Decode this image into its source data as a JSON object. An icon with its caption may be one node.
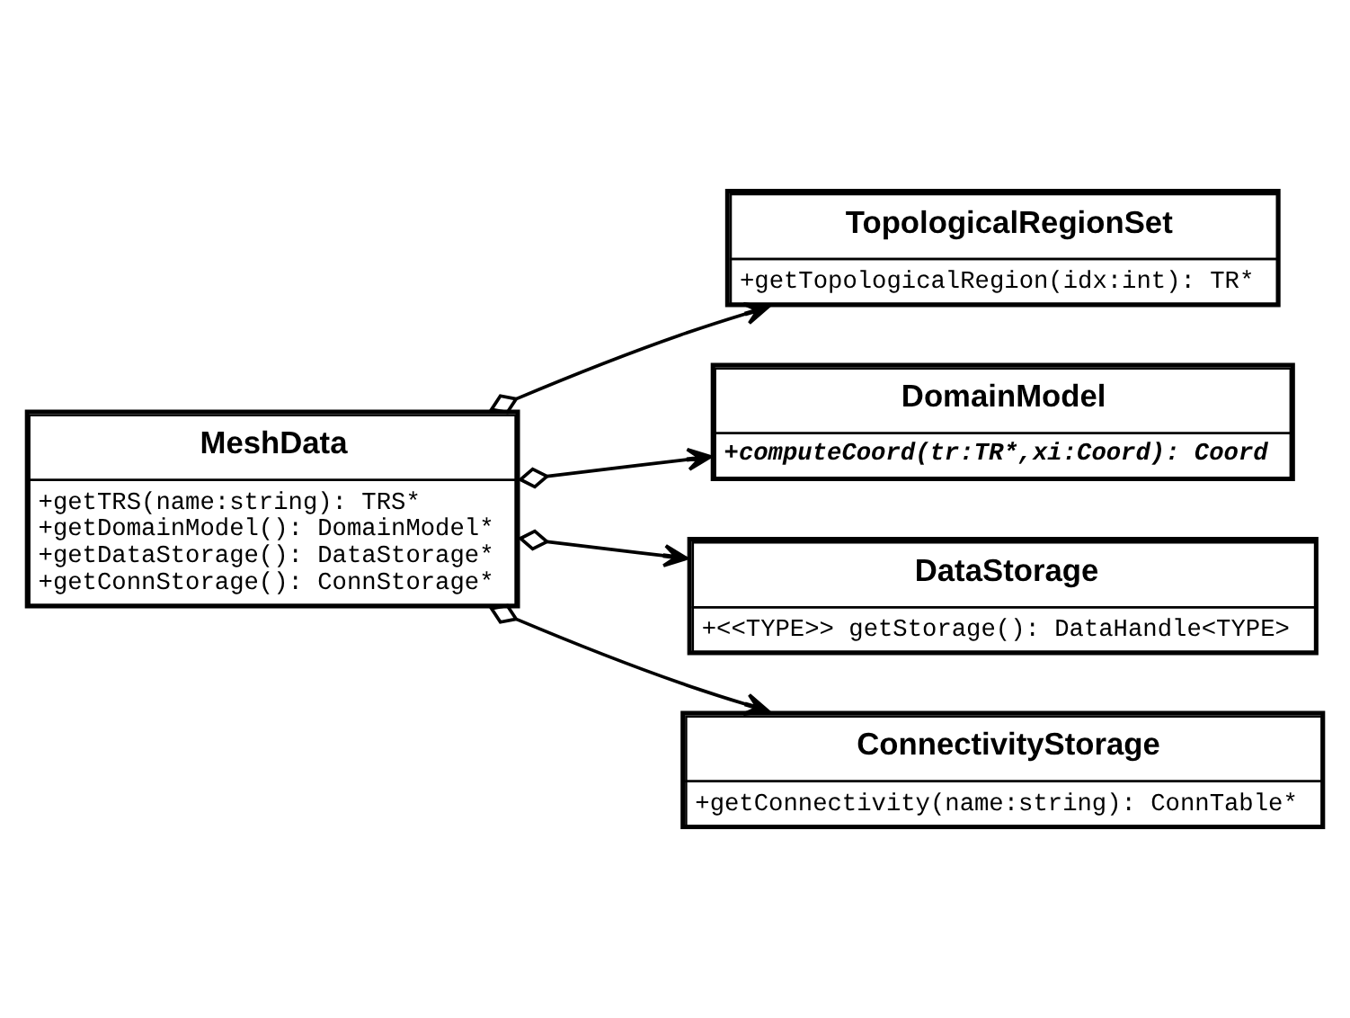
{
  "diagram": {
    "nodes": [
      {
        "text": [
          "MeshData",
          "+getTRS(name:string): TRS*",
          "+getDomainModel(): DomainModel*",
          "+getDataStorage(): DataStorage*",
          "+getConnStorage(): ConnStorage*"
        ]
      },
      {
        "text": [
          "TopologicalRegionSet",
          "+getTopologicalRegion(idx:int): TR*"
        ]
      },
      {
        "text": [
          "DomainModel",
          "+computeCoord(tr:TR*,xi:Coord): Coord"
        ]
      },
      {
        "text": [
          "DataStorage",
          "+<<TYPE>> getStorage(): DataHandle<TYPE>"
        ]
      },
      {
        "text": [
          "ConnectivityStorage",
          "+getConnectivity(name:string): ConnTable*"
        ]
      }
    ],
    "edges": [
      {
        "from": 0,
        "to": 1,
        "arrow": "to"
      },
      {
        "from": 0,
        "to": 2,
        "arrow": "to"
      },
      {
        "from": 0,
        "to": 3,
        "arrow": "to"
      },
      {
        "from": 0,
        "to": 4,
        "arrow": "to"
      }
    ]
  }
}
